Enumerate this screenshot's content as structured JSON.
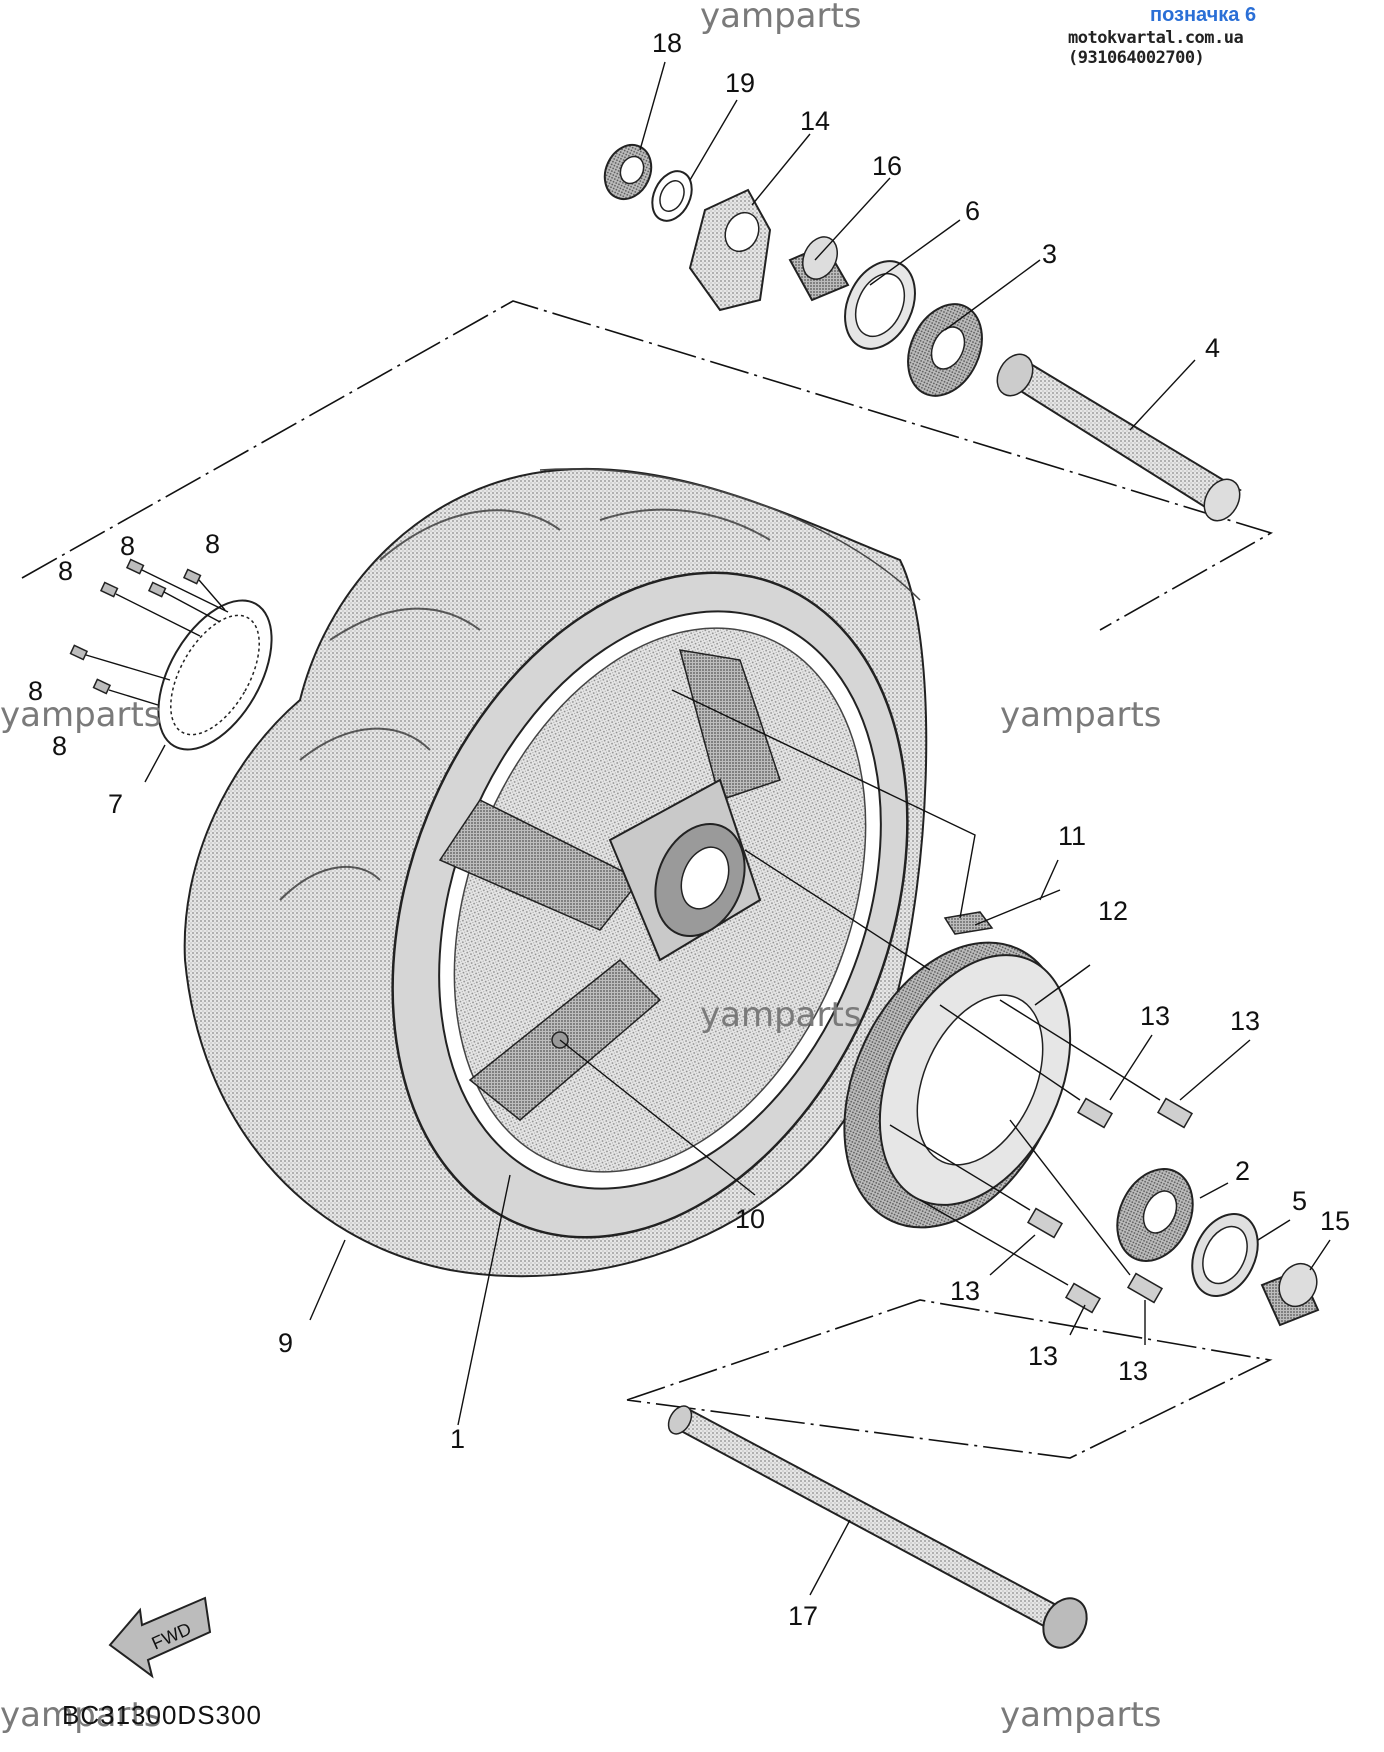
{
  "header": {
    "title": "позначка 6",
    "site": "motokvartal.com.ua (931064002700)"
  },
  "diagram_code": "BC31300DS300",
  "watermark": "yamparts",
  "fwd_label": "FWD",
  "callouts": [
    "1",
    "2",
    "3",
    "4",
    "5",
    "6",
    "7",
    "8",
    "9",
    "10",
    "11",
    "12",
    "13",
    "14",
    "15",
    "16",
    "17",
    "18",
    "19"
  ]
}
